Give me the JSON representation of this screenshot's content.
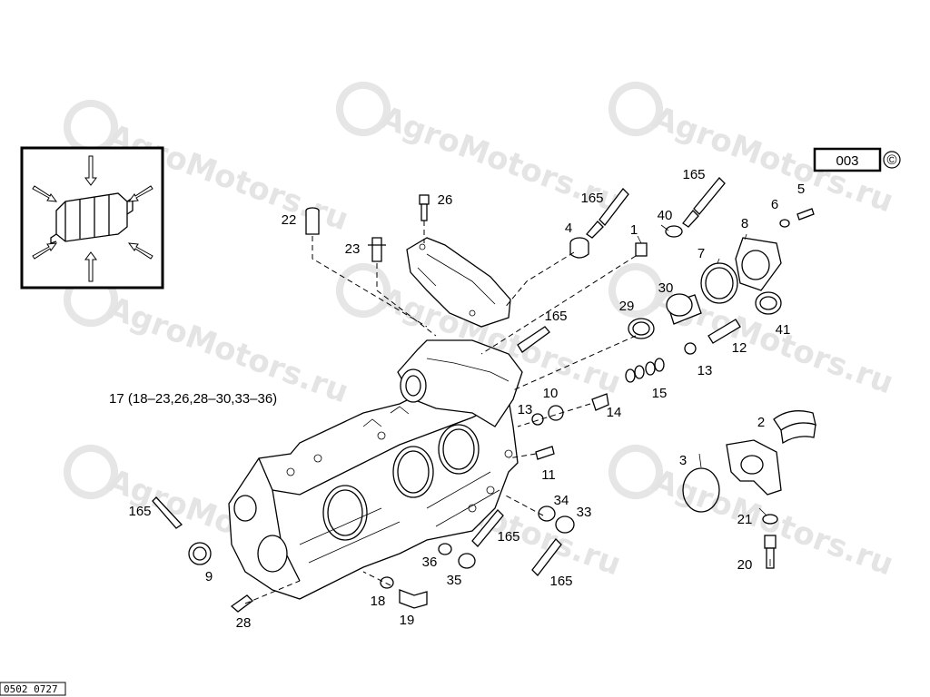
{
  "watermark": "AgroMotors.ru",
  "footer_code": "0502  0727",
  "ref_box": "003",
  "copyright_mark": "©",
  "assembly_label": "17 (18–23,26,28–30,33–36)",
  "callouts": [
    {
      "id": "c22",
      "text": "22"
    },
    {
      "id": "c23",
      "text": "23"
    },
    {
      "id": "c26",
      "text": "26"
    },
    {
      "id": "c165a",
      "text": "165"
    },
    {
      "id": "c4",
      "text": "4"
    },
    {
      "id": "c1",
      "text": "1"
    },
    {
      "id": "c40",
      "text": "40"
    },
    {
      "id": "c165b",
      "text": "165"
    },
    {
      "id": "c7",
      "text": "7"
    },
    {
      "id": "c8",
      "text": "8"
    },
    {
      "id": "c6",
      "text": "6"
    },
    {
      "id": "c5",
      "text": "5"
    },
    {
      "id": "c29",
      "text": "29"
    },
    {
      "id": "c30",
      "text": "30"
    },
    {
      "id": "c165c",
      "text": "165"
    },
    {
      "id": "c41",
      "text": "41"
    },
    {
      "id": "c12",
      "text": "12"
    },
    {
      "id": "c13a",
      "text": "13"
    },
    {
      "id": "c15",
      "text": "15"
    },
    {
      "id": "c10",
      "text": "10"
    },
    {
      "id": "c13b",
      "text": "13"
    },
    {
      "id": "c14",
      "text": "14"
    },
    {
      "id": "c2",
      "text": "2"
    },
    {
      "id": "c11",
      "text": "11"
    },
    {
      "id": "c3",
      "text": "3"
    },
    {
      "id": "c34",
      "text": "34"
    },
    {
      "id": "c33",
      "text": "33"
    },
    {
      "id": "c165d",
      "text": "165"
    },
    {
      "id": "c165e",
      "text": "165"
    },
    {
      "id": "c21",
      "text": "21"
    },
    {
      "id": "c20",
      "text": "20"
    },
    {
      "id": "c165f",
      "text": "165"
    },
    {
      "id": "c9",
      "text": "9"
    },
    {
      "id": "c36",
      "text": "36"
    },
    {
      "id": "c35",
      "text": "35"
    },
    {
      "id": "c18",
      "text": "18"
    },
    {
      "id": "c19",
      "text": "19"
    },
    {
      "id": "c28",
      "text": "28"
    }
  ]
}
